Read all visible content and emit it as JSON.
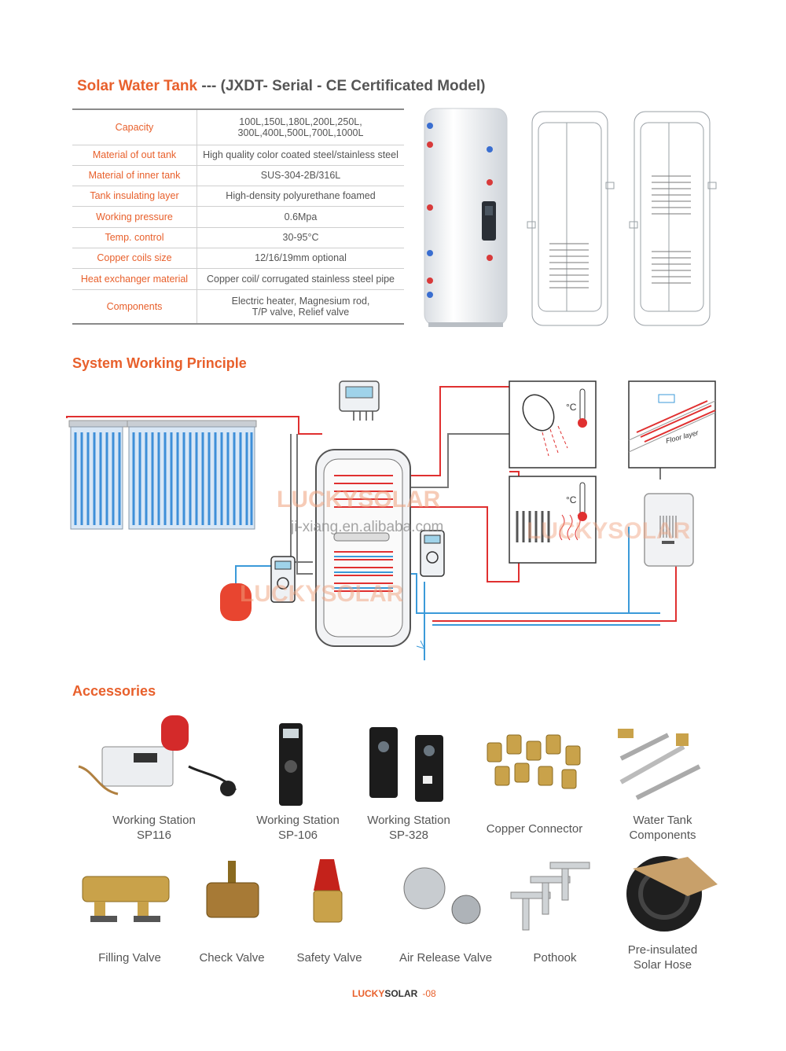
{
  "title": {
    "main": "Solar Water Tank",
    "rest": " --- (JXDT- Serial - CE Certificated Model)"
  },
  "spec_table": [
    {
      "key": "Capacity",
      "line1": "100L,150L,180L,200L,250L,",
      "line2": "300L,400L,500L,700L,1000L"
    },
    {
      "key": "Material of out tank",
      "line1": "High quality color coated steel/stainless steel",
      "line2": ""
    },
    {
      "key": "Material of inner tank",
      "line1": "SUS-304-2B/316L",
      "line2": ""
    },
    {
      "key": "Tank insulating layer",
      "line1": "High-density polyurethane foamed",
      "line2": ""
    },
    {
      "key": "Working pressure",
      "line1": "0.6Mpa",
      "line2": ""
    },
    {
      "key": "Temp. control",
      "line1": "30-95°C",
      "line2": ""
    },
    {
      "key": "Copper coils size",
      "line1": "12/16/19mm optional",
      "line2": ""
    },
    {
      "key": "Heat exchanger material",
      "line1": "Copper coil/ corrugated stainless steel pipe",
      "line2": ""
    },
    {
      "key": "Components",
      "line1": "Electric heater, Magnesium rod,",
      "line2": "T/P valve, Relief valve"
    }
  ],
  "section_principle": "System Working Principle",
  "diagram": {
    "watermark_brand": "LUCKYSOLAR",
    "watermark_url": "ji-xiang.en.alibaba.com",
    "floor_layer": "Floor layer",
    "celsius": "°C"
  },
  "section_accessories": "Accessories",
  "accessories_row1": [
    {
      "line1": "Working Station",
      "line2": "SP116"
    },
    {
      "line1": "Working Station",
      "line2": "SP-106"
    },
    {
      "line1": "Working Station",
      "line2": "SP-328"
    },
    {
      "line1": "Copper Connector",
      "line2": ""
    },
    {
      "line1": "Water Tank",
      "line2": "Components"
    }
  ],
  "accessories_row2": [
    {
      "line1": "Filling Valve",
      "line2": ""
    },
    {
      "line1": "Check Valve",
      "line2": ""
    },
    {
      "line1": "Safety Valve",
      "line2": ""
    },
    {
      "line1": "Air Release Valve",
      "line2": ""
    },
    {
      "line1": "Pothook",
      "line2": ""
    },
    {
      "line1": "Pre-insulated",
      "line2": "Solar Hose"
    }
  ],
  "footer": {
    "lucky": "LUCKY",
    "solar": "SOLAR",
    "page": "-08"
  },
  "colors": {
    "accent": "#e8602c",
    "pipe_hot": "#e03030",
    "pipe_cold": "#3b9ad9",
    "pipe_grey": "#777777"
  }
}
